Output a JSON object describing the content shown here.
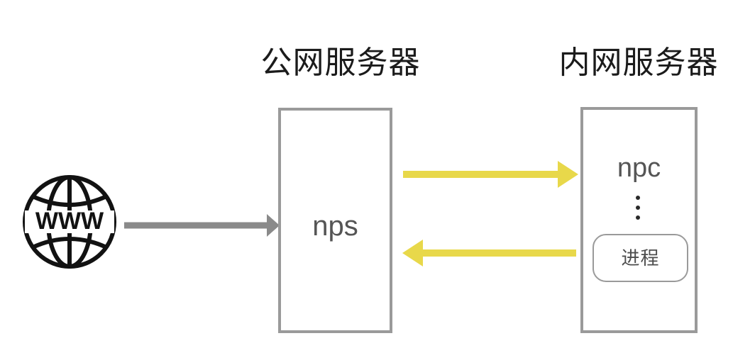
{
  "diagram": {
    "background_color": "#ffffff",
    "titles": {
      "public_server": "公网服务器",
      "internal_server": "内网服务器"
    },
    "nodes": {
      "internet": {
        "icon": "globe-www-icon",
        "label": "WWW",
        "color": "#121212"
      },
      "nps": {
        "label": "nps",
        "border_color": "#9a9a9a",
        "text_color": "#555555"
      },
      "npc": {
        "label": "npc",
        "ellipsis": "⋮",
        "border_color": "#9a9a9a",
        "text_color": "#555555",
        "process": {
          "label": "进程",
          "border_color": "#9a9a9a",
          "text_color": "#4d4d4d"
        }
      }
    },
    "arrows": [
      {
        "name": "internet-to-nps",
        "from": "internet",
        "to": "nps",
        "direction": "right",
        "color": "#8a8a8a"
      },
      {
        "name": "nps-to-npc",
        "from": "nps",
        "to": "npc",
        "direction": "right",
        "color": "#e8d84a"
      },
      {
        "name": "npc-to-nps",
        "from": "npc",
        "to": "nps",
        "direction": "left",
        "color": "#e8d84a"
      }
    ]
  }
}
